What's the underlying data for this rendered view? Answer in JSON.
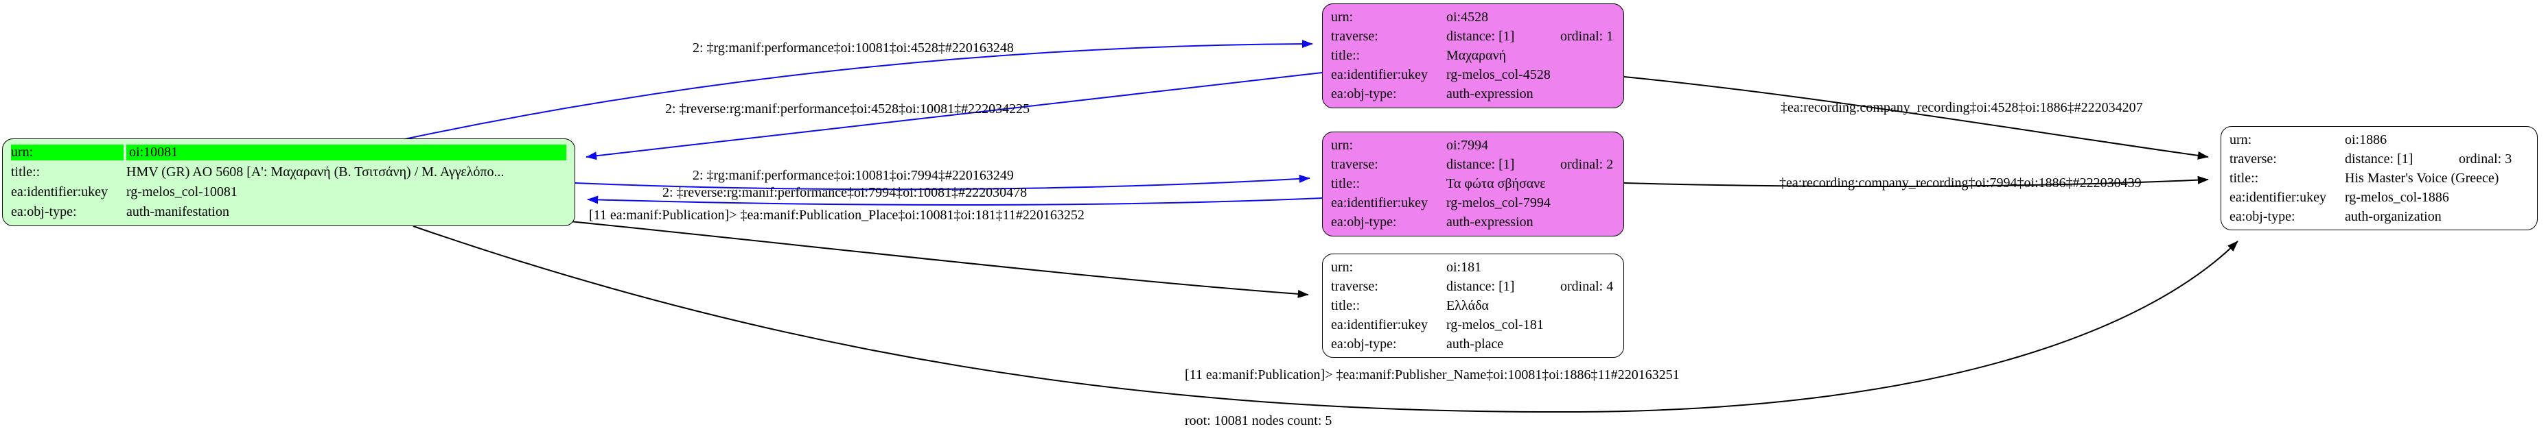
{
  "graph": {
    "root_label": "root: 10081 nodes count: 5",
    "field_labels": {
      "urn": "urn:",
      "traverse": "traverse:",
      "title": "title::",
      "ukey": "ea:identifier:ukey",
      "objtype": "ea:obj-type:"
    },
    "colors": {
      "root_node_fill": "#ccffcc",
      "root_urn_highlight": "#00ff00",
      "expression_node_fill": "#ee82ee",
      "plain_node_fill": "#ffffff",
      "performance_edge_blue": "#0b0bee",
      "default_edge_black": "#000000",
      "node_border": "#000000"
    },
    "nodes": {
      "n10081": {
        "urn": "oi:10081",
        "title": "HMV (GR) AO 5608 [A': Μαχαρανή (Β. Τσιτσάνη) / Μ. Αγγελόπο...",
        "ukey": "rg-melos_col-10081",
        "objtype": "auth-manifestation"
      },
      "n4528": {
        "urn": "oi:4528",
        "distance": "distance: [1]",
        "ordinal": "ordinal: 1",
        "title": "Μαχαρανή",
        "ukey": "rg-melos_col-4528",
        "objtype": "auth-expression"
      },
      "n7994": {
        "urn": "oi:7994",
        "distance": "distance: [1]",
        "ordinal": "ordinal: 2",
        "title": "Τα φώτα σβήσανε",
        "ukey": "rg-melos_col-7994",
        "objtype": "auth-expression"
      },
      "n181": {
        "urn": "oi:181",
        "distance": "distance: [1]",
        "ordinal": "ordinal: 4",
        "title": "Ελλάδα",
        "ukey": "rg-melos_col-181",
        "objtype": "auth-place"
      },
      "n1886": {
        "urn": "oi:1886",
        "distance": "distance: [1]",
        "ordinal": "ordinal: 3",
        "title": "His Master's Voice (Greece)",
        "ukey": "rg-melos_col-1886",
        "objtype": "auth-organization"
      }
    },
    "edge_labels": {
      "perf_4528": "2: ‡rg:manif:performance‡oi:10081‡oi:4528‡#220163248",
      "rev_perf_4528": "2: ‡reverse:rg:manif:performance‡oi:4528‡oi:10081‡#222034225",
      "perf_7994": "2: ‡rg:manif:performance‡oi:10081‡oi:7994‡#220163249",
      "rev_perf_7994": "2: ‡reverse:rg:manif:performance‡oi:7994‡oi:10081‡#222030478",
      "pub_place_181": "[11 ea:manif:Publication]> ‡ea:manif:Publication_Place‡oi:10081‡oi:181‡11#220163252",
      "company_4528_1886": "‡ea:recording:company_recording‡oi:4528‡oi:1886‡#222034207",
      "company_7994_1886": "‡ea:recording:company_recording‡oi:7994‡oi:1886‡#222030439",
      "publisher_1886": "[11 ea:manif:Publication]> ‡ea:manif:Publisher_Name‡oi:10081‡oi:1886‡11#220163251"
    }
  }
}
